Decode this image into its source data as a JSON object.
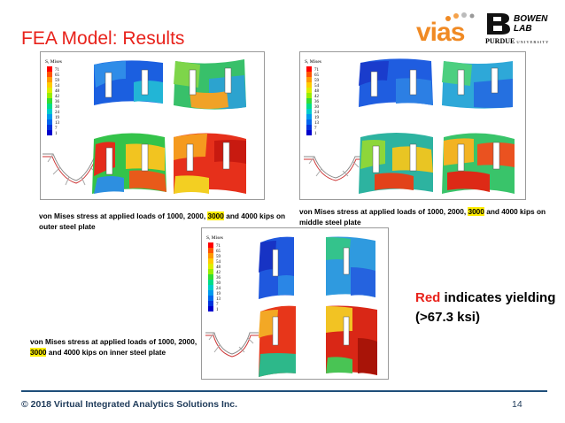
{
  "slide": {
    "title": "FEA Model: Results",
    "logo_vias": "vias",
    "logo_bowen_line1": "BOWEN",
    "logo_bowen_line2": "LAB",
    "logo_purdue": "PURDUE",
    "logo_purdue_sub": "UNIVERSITY"
  },
  "legend": {
    "title": "S, Mises",
    "values": [
      "71",
      "65",
      "59",
      "54",
      "48",
      "42",
      "36",
      "30",
      "24",
      "19",
      "13",
      "7",
      "1"
    ],
    "colors": [
      "#ff0000",
      "#ff5500",
      "#ff9900",
      "#ffcc00",
      "#ddee00",
      "#99ee00",
      "#33dd33",
      "#00dd88",
      "#00cccc",
      "#0099ee",
      "#0066ee",
      "#0033dd",
      "#0000cc"
    ]
  },
  "captions": {
    "outer": {
      "pre": "von Mises stress at applied loads of 1000, 2000, ",
      "highlight": "3000",
      "post": " and 4000 kips on outer steel plate"
    },
    "middle": {
      "pre": "von Mises stress at applied loads of 1000, 2000, ",
      "highlight": "3000",
      "post": " and 4000 kips on middle steel plate"
    },
    "inner": {
      "pre": "von Mises stress at applied loads of 1000, 2000, ",
      "highlight": "3000",
      "post": " and 4000 kips on inner steel plate"
    }
  },
  "note": {
    "red_word": "Red",
    "rest": " indicates yielding",
    "line2": "(>67.3 ksi)"
  },
  "footer": {
    "copyright": "© 2018 Virtual Integrated Analytics Solutions Inc.",
    "page": "14"
  },
  "colors": {
    "title": "#e8221b",
    "logo_orange": "#f08a24",
    "footer_rule": "#1f4f7a",
    "highlight": "#ffee00"
  }
}
